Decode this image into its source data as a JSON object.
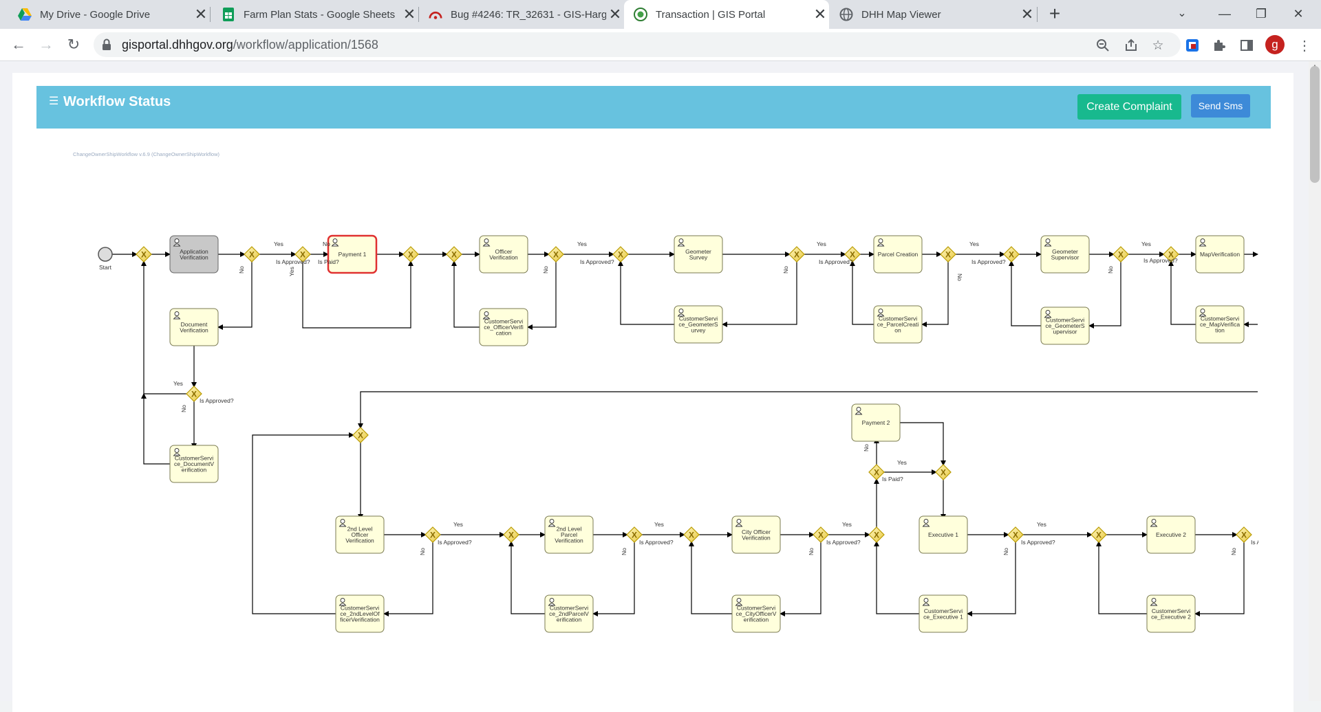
{
  "browser": {
    "tabs": [
      {
        "title": "My Drive - Google Drive",
        "icon": "google-drive-icon"
      },
      {
        "title": "Farm Plan Stats - Google Sheets",
        "icon": "google-sheets-icon"
      },
      {
        "title": "Bug #4246: TR_32631 - GIS-Harg",
        "icon": "bug-tracker-icon"
      },
      {
        "title": "Transaction | GIS Portal",
        "icon": "gis-portal-icon",
        "active": true
      },
      {
        "title": "DHH Map Viewer",
        "icon": "globe-icon"
      }
    ],
    "url_host": "gisportal.dhhgov.org",
    "url_path": "/workflow/application/1568",
    "profile_initial": "g"
  },
  "page": {
    "header_title": "Workflow Status",
    "create_complaint_label": "Create Complaint",
    "send_sms_label": "Send Sms",
    "workflow_label": "ChangeOwnerShipWorkflow v.6.9 (ChangeOwnerShipWorkflow)"
  },
  "diagram": {
    "start_label": "Start",
    "tasks": [
      {
        "id": "t-appver",
        "lines": [
          "Application",
          "Verification"
        ],
        "state": "completed"
      },
      {
        "id": "t-docver",
        "lines": [
          "Document",
          "Verification"
        ],
        "state": "pending"
      },
      {
        "id": "t-cs-docver",
        "lines": [
          "CustomerServi",
          "ce_DocumentV",
          "erification"
        ],
        "state": "pending"
      },
      {
        "id": "t-pay1",
        "lines": [
          "Payment 1"
        ],
        "state": "active"
      },
      {
        "id": "t-offver",
        "lines": [
          "Officer",
          "Verification"
        ],
        "state": "pending"
      },
      {
        "id": "t-cs-offver",
        "lines": [
          "CustomerServi",
          "ce_OfficerVerifi",
          "cation"
        ],
        "state": "pending"
      },
      {
        "id": "t-geosur",
        "lines": [
          "Geometer",
          "Survey"
        ],
        "state": "pending"
      },
      {
        "id": "t-cs-geosur",
        "lines": [
          "CustomerServi",
          "ce_GeometerS",
          "urvey"
        ],
        "state": "pending"
      },
      {
        "id": "t-parcre",
        "lines": [
          "Parcel Creation"
        ],
        "state": "pending"
      },
      {
        "id": "t-cs-parcre",
        "lines": [
          "CustomerServi",
          "ce_ParcelCreati",
          "on"
        ],
        "state": "pending"
      },
      {
        "id": "t-geosup",
        "lines": [
          "Geometer",
          "Supervisor"
        ],
        "state": "pending"
      },
      {
        "id": "t-cs-geosup",
        "lines": [
          "CustomerServi",
          "ce_GeometerS",
          "upervisor"
        ],
        "state": "pending"
      },
      {
        "id": "t-mapver",
        "lines": [
          "MapVerification"
        ],
        "state": "pending"
      },
      {
        "id": "t-cs-mapver",
        "lines": [
          "CustomerServi",
          "ce_MapVerifica",
          "tion"
        ],
        "state": "pending"
      },
      {
        "id": "t-2off",
        "lines": [
          "2nd Level",
          "Officer",
          "Verification"
        ],
        "state": "pending"
      },
      {
        "id": "t-cs-2off",
        "lines": [
          "CustomerServi",
          "ce_2ndLevelOf",
          "ficerVerification"
        ],
        "state": "pending"
      },
      {
        "id": "t-2par",
        "lines": [
          "2nd Level",
          "Parcel",
          "Verification"
        ],
        "state": "pending"
      },
      {
        "id": "t-cs-2par",
        "lines": [
          "CustomerServi",
          "ce_2ndParcelV",
          "erification"
        ],
        "state": "pending"
      },
      {
        "id": "t-city",
        "lines": [
          "City Officer",
          "Verification"
        ],
        "state": "pending"
      },
      {
        "id": "t-cs-city",
        "lines": [
          "CustomerServi",
          "ce_CityOfficerV",
          "erification"
        ],
        "state": "pending"
      },
      {
        "id": "t-pay2",
        "lines": [
          "Payment 2"
        ],
        "state": "pending"
      },
      {
        "id": "t-exec1",
        "lines": [
          "Executive 1"
        ],
        "state": "pending"
      },
      {
        "id": "t-cs-exec1",
        "lines": [
          "CustomerServi",
          "ce_Executive 1"
        ],
        "state": "pending"
      },
      {
        "id": "t-exec2",
        "lines": [
          "Executive 2"
        ],
        "state": "pending"
      },
      {
        "id": "t-cs-exec2",
        "lines": [
          "CustomerServi",
          "ce_Executive 2"
        ],
        "state": "pending"
      }
    ],
    "edge_labels": {
      "yes": "Yes",
      "no": "No",
      "is_approved": "Is Approved?",
      "is_paid": "Is Paid?"
    }
  }
}
